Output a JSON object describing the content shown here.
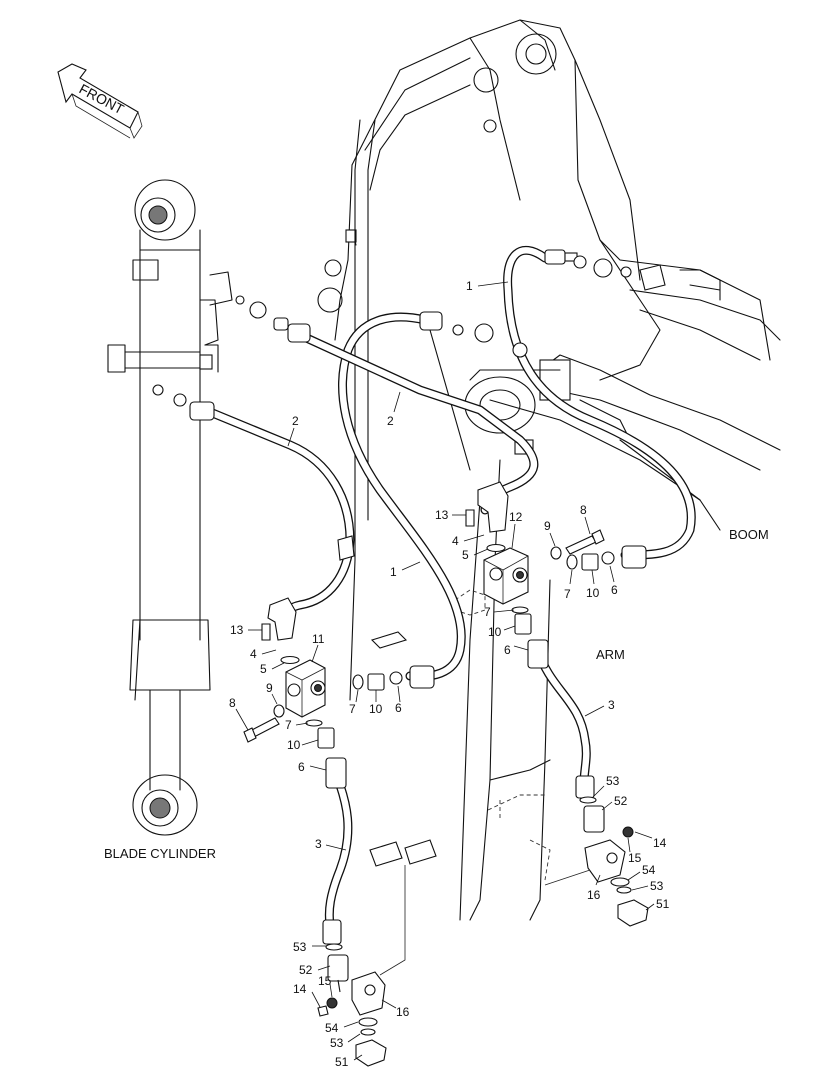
{
  "labels": {
    "front": "FRONT",
    "boom": "BOOM",
    "arm": "ARM",
    "blade_cylinder": "BLADE CYLINDER"
  },
  "callouts": [
    {
      "id": "c1a",
      "text": "1"
    },
    {
      "id": "c1b",
      "text": "1"
    },
    {
      "id": "c2a",
      "text": "2"
    },
    {
      "id": "c2b",
      "text": "2"
    },
    {
      "id": "c3a",
      "text": "3"
    },
    {
      "id": "c3b",
      "text": "3"
    },
    {
      "id": "c4a",
      "text": "4"
    },
    {
      "id": "c4b",
      "text": "4"
    },
    {
      "id": "c5a",
      "text": "5"
    },
    {
      "id": "c5b",
      "text": "5"
    },
    {
      "id": "c6a",
      "text": "6"
    },
    {
      "id": "c6b",
      "text": "6"
    },
    {
      "id": "c6c",
      "text": "6"
    },
    {
      "id": "c6d",
      "text": "6"
    },
    {
      "id": "c7a",
      "text": "7"
    },
    {
      "id": "c7b",
      "text": "7"
    },
    {
      "id": "c7c",
      "text": "7"
    },
    {
      "id": "c7d",
      "text": "7"
    },
    {
      "id": "c8a",
      "text": "8"
    },
    {
      "id": "c8b",
      "text": "8"
    },
    {
      "id": "c9a",
      "text": "9"
    },
    {
      "id": "c9b",
      "text": "9"
    },
    {
      "id": "c10a",
      "text": "10"
    },
    {
      "id": "c10b",
      "text": "10"
    },
    {
      "id": "c10c",
      "text": "10"
    },
    {
      "id": "c10d",
      "text": "10"
    },
    {
      "id": "c11",
      "text": "11"
    },
    {
      "id": "c12",
      "text": "12"
    },
    {
      "id": "c13a",
      "text": "13"
    },
    {
      "id": "c13b",
      "text": "13"
    },
    {
      "id": "c14a",
      "text": "14"
    },
    {
      "id": "c14b",
      "text": "14"
    },
    {
      "id": "c15a",
      "text": "15"
    },
    {
      "id": "c15b",
      "text": "15"
    },
    {
      "id": "c16a",
      "text": "16"
    },
    {
      "id": "c16b",
      "text": "16"
    },
    {
      "id": "c51a",
      "text": "51"
    },
    {
      "id": "c51b",
      "text": "51"
    },
    {
      "id": "c52a",
      "text": "52"
    },
    {
      "id": "c52b",
      "text": "52"
    },
    {
      "id": "c53a",
      "text": "53"
    },
    {
      "id": "c53b",
      "text": "53"
    },
    {
      "id": "c53c",
      "text": "53"
    },
    {
      "id": "c53d",
      "text": "53"
    },
    {
      "id": "c54a",
      "text": "54"
    },
    {
      "id": "c54b",
      "text": "54"
    }
  ]
}
